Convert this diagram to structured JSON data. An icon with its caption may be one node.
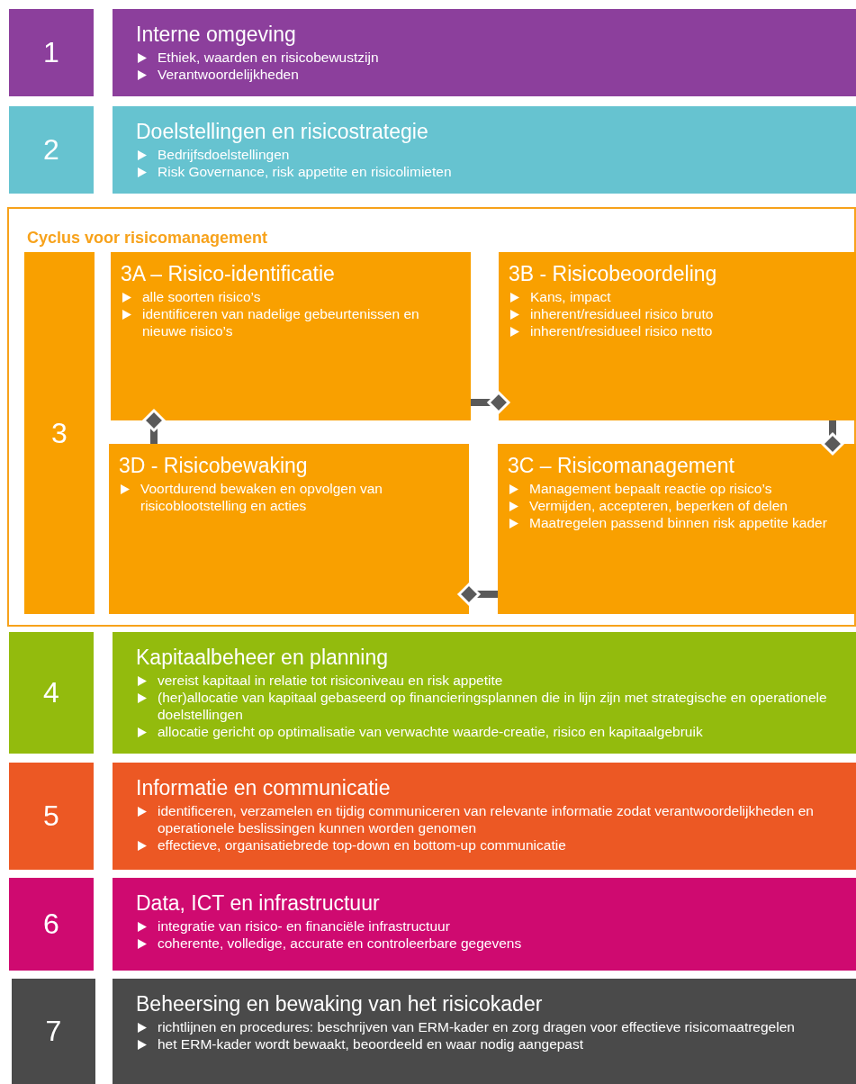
{
  "diagram": {
    "nodes": [
      {
        "text": [
          "1"
        ]
      },
      {
        "text": [
          "Interne omgeving",
          "Ethiek, waarden en risicobewustzijn",
          "Verantwoordelijkheden"
        ]
      },
      {
        "text": [
          "2"
        ]
      },
      {
        "text": [
          "Doelstellingen en risicostrategie",
          "Bedrijfsdoelstellingen",
          "Risk Governance, risk appetite en risicolimieten"
        ]
      },
      {
        "text": [
          "Cyclus voor risicomanagement"
        ]
      },
      {
        "text": [
          "3"
        ],
        "in": 4
      },
      {
        "text": [
          "3A – Risico-identificatie",
          "alle soorten risico’s",
          "identificeren van nadelige gebeurtenissen en nieuwe risico’s"
        ],
        "in": 4
      },
      {
        "text": [
          "3B - Risicobeoordeling",
          "Kans, impact",
          "inherent/residueel risico bruto",
          "inherent/residueel risico netto"
        ],
        "in": 4
      },
      {
        "text": [
          "3D - Risicobewaking",
          "Voortdurend bewaken en opvolgen van risicoblootstelling en acties"
        ],
        "in": 4
      },
      {
        "text": [
          "3C – Risicomanagement",
          "Management bepaalt reactie op risico’s",
          "Vermijden, accepteren, beperken of delen",
          "Maatregelen passend binnen risk appetite kader"
        ],
        "in": 4
      },
      {
        "text": [
          "4"
        ]
      },
      {
        "text": [
          "Kapitaalbeheer en planning",
          "vereist kapitaal in relatie tot risiconiveau en risk appetite",
          "(her)allocatie van kapitaal gebaseerd op financieringsplannen die in lijn zijn met strategische en operationele doelstellingen",
          "allocatie gericht op optimalisatie van verwachte waarde-creatie, risico en kapitaalgebruik"
        ]
      },
      {
        "text": [
          "5"
        ]
      },
      {
        "text": [
          "Informatie en communicatie",
          "identificeren, verzamelen en tijdig communiceren van relevante informatie zodat verantwoordelijkheden en operationele beslissingen kunnen worden genomen",
          "effectieve, organisatiebrede top-down en bottom-up communicatie"
        ]
      },
      {
        "text": [
          "6"
        ]
      },
      {
        "text": [
          "Data, ICT en infrastructuur",
          "integratie van risico- en financiële infrastructuur",
          "coherente, volledige, accurate en controleerbare gegevens"
        ]
      },
      {
        "text": [
          "7"
        ]
      },
      {
        "text": [
          "Beheersing en bewaking van het risicokader",
          "richtlijnen en procedures: beschrijven van ERM-kader en zorg dragen voor effectieve risicomaatregelen",
          "het ERM-kader wordt bewaakt, beoordeeld en waar nodig aangepast"
        ]
      }
    ],
    "edges": [
      {
        "from": 6,
        "to": 7,
        "arrow": "other"
      },
      {
        "from": 7,
        "to": 9,
        "arrow": "other"
      },
      {
        "from": 9,
        "to": 8,
        "arrow": "other"
      },
      {
        "from": 8,
        "to": 6,
        "arrow": "other"
      }
    ]
  }
}
